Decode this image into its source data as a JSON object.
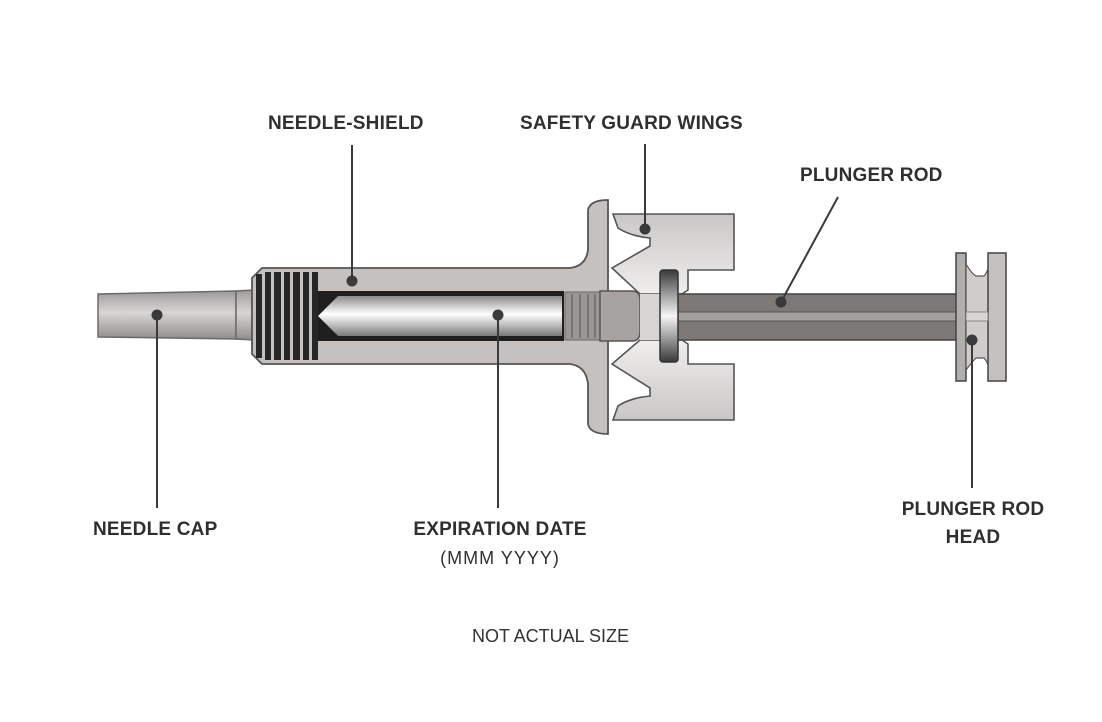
{
  "diagram": {
    "subject": "Prefilled syringe with safety guard",
    "labels": {
      "needle_shield": "NEEDLE-SHIELD",
      "safety_guard_wings": "SAFETY GUARD WINGS",
      "plunger_rod": "PLUNGER ROD",
      "needle_cap": "NEEDLE CAP",
      "expiration_date": "EXPIRATION DATE",
      "expiration_format": "(MMM YYYY)",
      "plunger_rod_head_line1": "PLUNGER ROD",
      "plunger_rod_head_line2": "HEAD"
    },
    "footnote": "NOT ACTUAL SIZE",
    "colors": {
      "label_text": "#2f2f2f",
      "leader_line": "#3a3a3a",
      "body_gray": "#c4c1bf",
      "outline": "#4a4a4a",
      "rod_gray": "#7d7976",
      "dark_threads": "#2a2a2a"
    }
  }
}
